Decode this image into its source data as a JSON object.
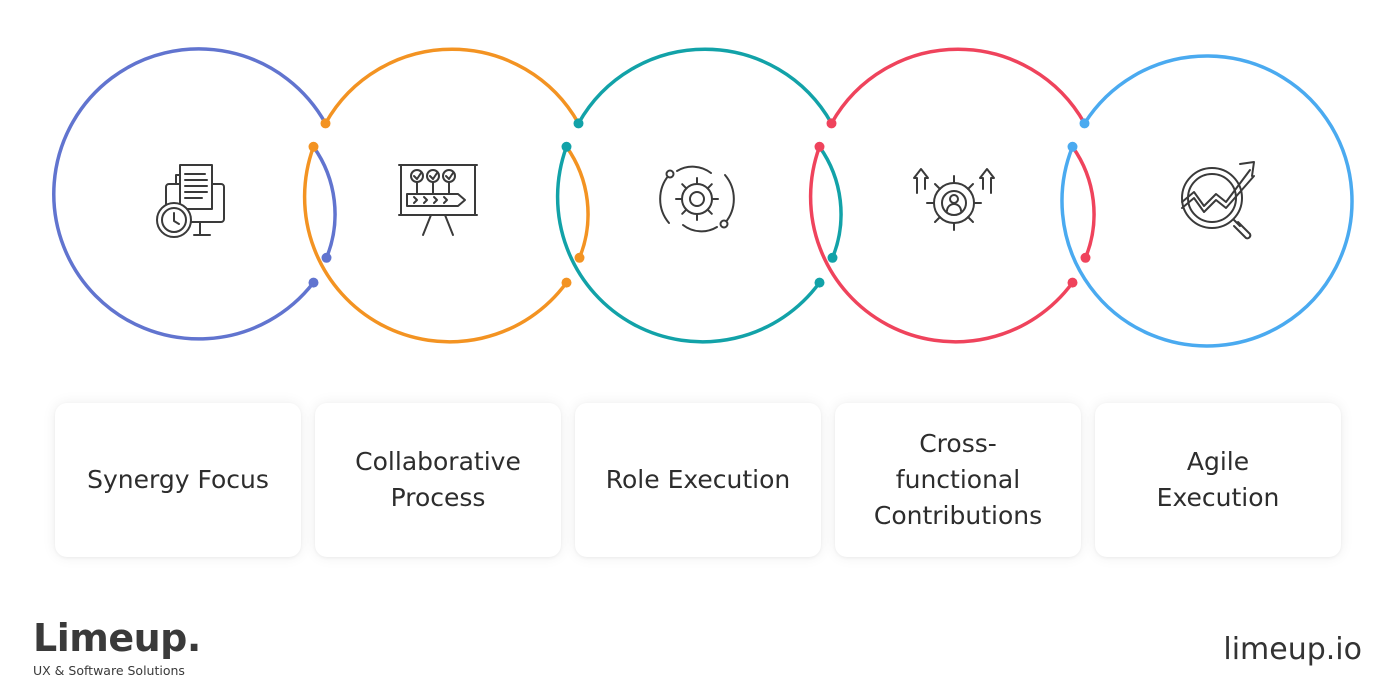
{
  "stages": [
    {
      "label": "Synergy Focus",
      "icon": "document-clock-icon",
      "color": "#6174cf"
    },
    {
      "label": "Collaborative\nProcess",
      "icon": "process-board-icon",
      "color": "#f39322"
    },
    {
      "label": "Role Execution",
      "icon": "gear-cycle-icon",
      "color": "#12a2a8"
    },
    {
      "label": "Cross-\nfunctional\nContributions",
      "icon": "gear-person-arrows-icon",
      "color": "#ef435c"
    },
    {
      "label": "Agile\nExecution",
      "icon": "growth-magnifier-icon",
      "color": "#4aaaf0"
    }
  ],
  "brand": {
    "name": "Limeup.",
    "tagline": "UX & Software Solutions",
    "site": "limeup.io"
  }
}
